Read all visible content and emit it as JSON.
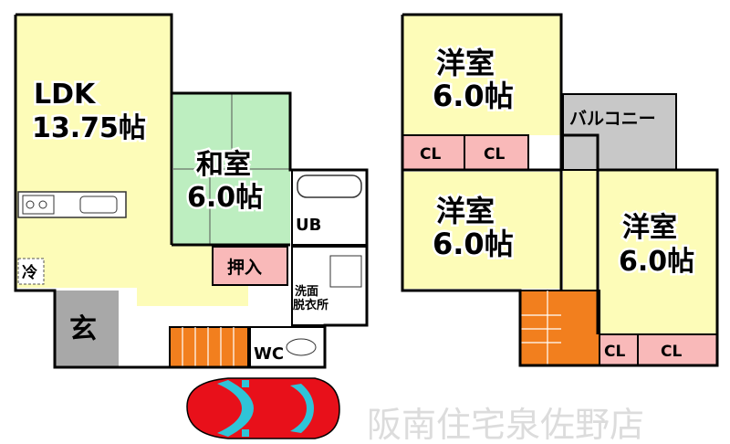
{
  "rooms": {
    "ldk": {
      "name": "LDK",
      "size": "13.75帖"
    },
    "washitsu": {
      "name": "和室",
      "size": "6.0帖"
    },
    "yoshitsu_top": {
      "name": "洋室",
      "size": "6.0帖"
    },
    "yoshitsu_mid": {
      "name": "洋室",
      "size": "6.0帖"
    },
    "yoshitsu_right": {
      "name": "洋室",
      "size": "6.0帖"
    }
  },
  "labels": {
    "balcony": "バルコニー",
    "ub": "UB",
    "oshiire": "押入",
    "senmen_1": "洗面",
    "senmen_2": "脱衣所",
    "wc": "WC",
    "genkan": "玄",
    "rei": "冷",
    "cl_1": "CL",
    "cl_2": "CL",
    "cl_3": "CL",
    "cl_4": "CL"
  },
  "watermark": "阪南住宅泉佐野店",
  "colors": {
    "room_yellow": "#fdfcb8",
    "tatami_green": "#bdeec0",
    "closet_pink": "#f9b9b9",
    "stair_orange": "#f27f1e",
    "balcony_gray": "#c8c8c8",
    "genkan_gray": "#a8a8a8",
    "car_red": "#e8101a",
    "car_cyan": "#2fc4d8"
  }
}
